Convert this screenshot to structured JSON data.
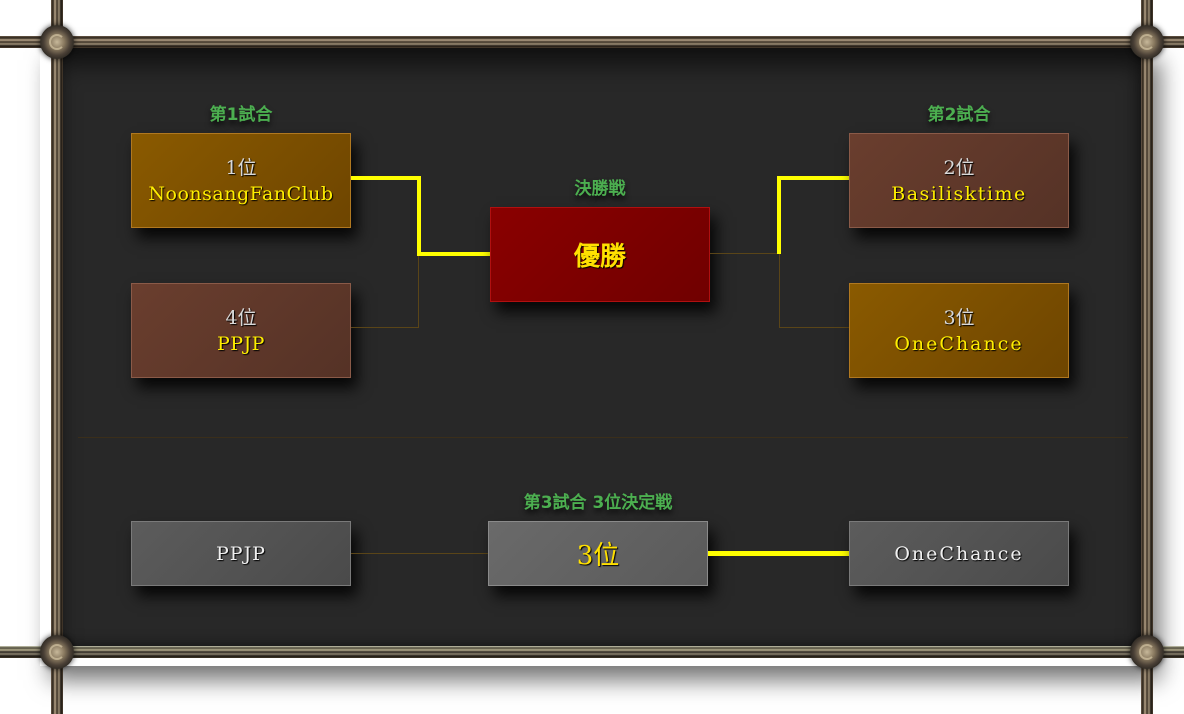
{
  "colors": {
    "panel": "#282828",
    "label_green": "#4caf50",
    "winner_line": "#ffff00",
    "loser_line": "#5a4518",
    "team_yellow": "#ffee00",
    "box_gold": "#7a4e00",
    "box_brown": "#5e382a",
    "box_red": "#7c0000",
    "box_gray": "#505050"
  },
  "bracket": {
    "match1": {
      "label": "第1試合",
      "top": {
        "rank": "1位",
        "team": "NoonsangFanClub",
        "winner": true
      },
      "bottom": {
        "rank": "4位",
        "team": "PPJP",
        "winner": false
      }
    },
    "match2": {
      "label": "第2試合",
      "top": {
        "rank": "2位",
        "team": "Basilisktime",
        "winner": true
      },
      "bottom": {
        "rank": "3位",
        "team": "OneChance",
        "winner": false
      }
    },
    "final": {
      "label": "決勝戦",
      "result": "優勝"
    },
    "match3": {
      "label": "第3試合 3位決定戦",
      "left_team": "PPJP",
      "result": "3位",
      "right_team": "OneChance",
      "winner": "right"
    }
  }
}
